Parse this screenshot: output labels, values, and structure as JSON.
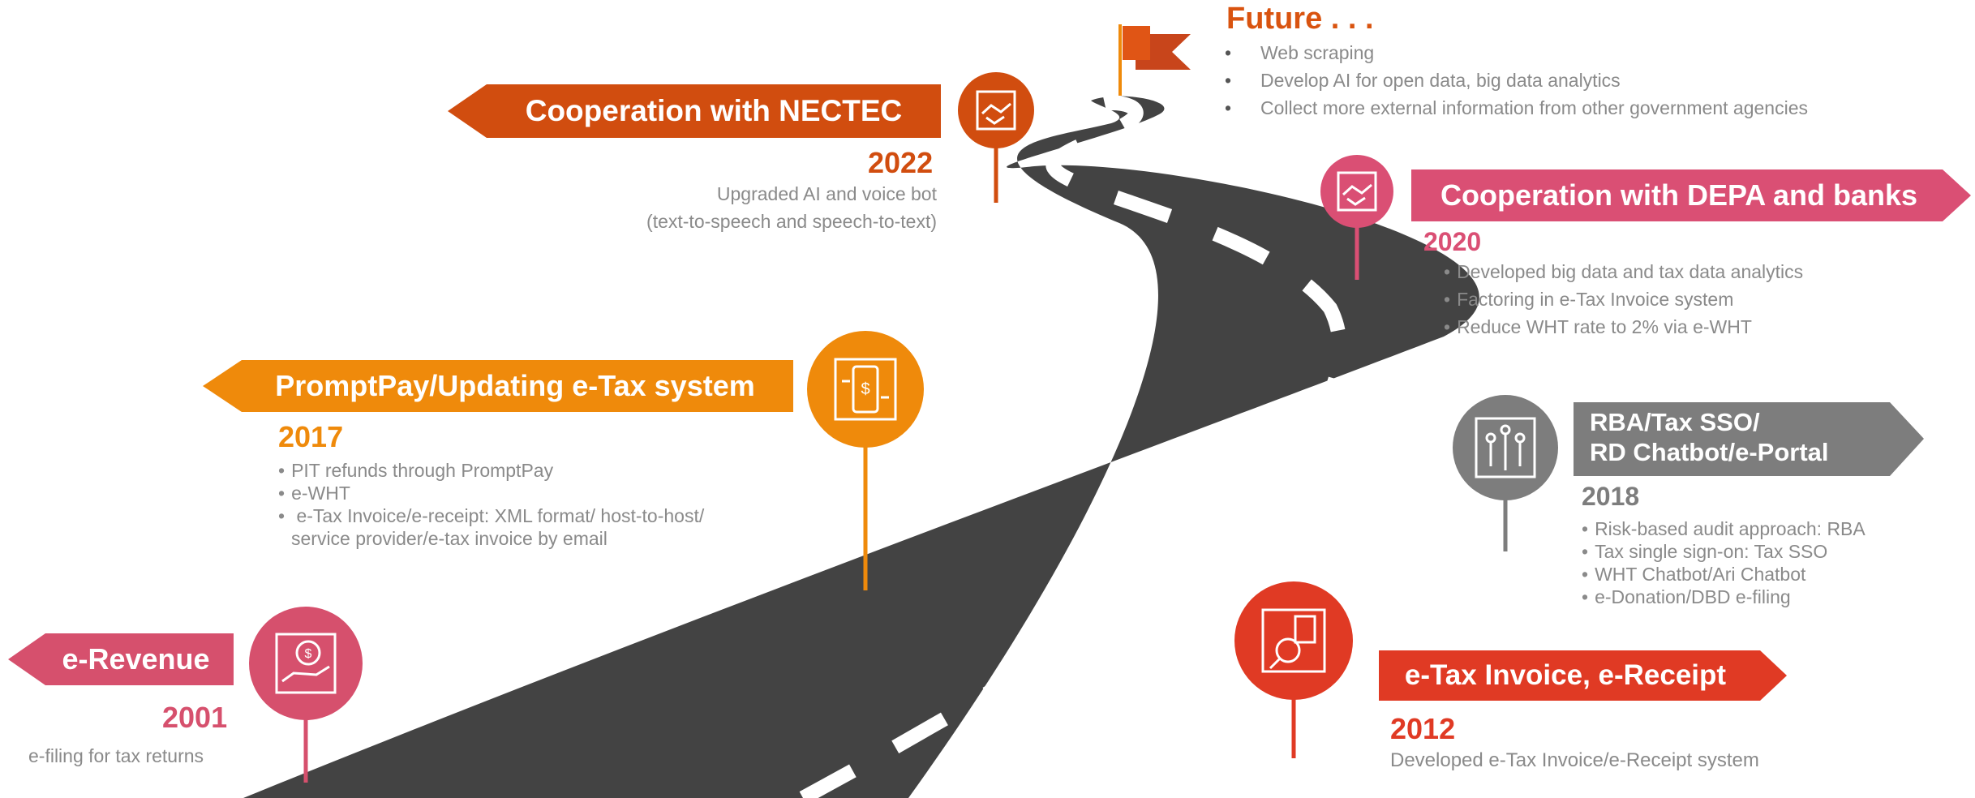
{
  "colors": {
    "road": "#434343",
    "road_line": "#ffffff",
    "nectec": "#d14d0f",
    "prompt": "#ef8a0b",
    "erevenue": "#d6506d",
    "etax": "#e03a24",
    "rba": "#7d7d7d",
    "depa": "#da4f74",
    "future": "#d9530f",
    "text_gray": "#8a8a8a"
  },
  "future": {
    "title": "Future . . .",
    "items": [
      "Web scraping",
      "Develop AI for open data, big data analytics",
      "Collect more external information from other government agencies"
    ]
  },
  "milestones": {
    "nectec": {
      "title": "Cooperation with NECTEC",
      "year": "2022",
      "desc_lines": [
        "Upgraded AI and voice bot",
        "(text-to-speech and speech-to-text)"
      ],
      "icon": "handshake-icon"
    },
    "depa": {
      "title": "Cooperation with DEPA and banks",
      "year": "2020",
      "items": [
        "Developed big data and tax data analytics",
        "Factoring in e-Tax Invoice system",
        "Reduce WHT rate to 2% via e-WHT"
      ],
      "icon": "handshake-icon"
    },
    "prompt": {
      "title": "PromptPay/Updating e-Tax system",
      "year": "2017",
      "items": [
        "PIT refunds through PromptPay",
        "e-WHT",
        "e-Tax Invoice/e-receipt: XML format/ host-to-host/"
      ],
      "item_continuation": "service provider/e-tax invoice by email",
      "icon": "mobile-payment-icon"
    },
    "rba": {
      "title_line1": "RBA/Tax SSO/",
      "title_line2": "RD Chatbot/e-Portal",
      "year": "2018",
      "items": [
        "Risk-based audit approach: RBA",
        "Tax single sign-on: Tax SSO",
        "WHT Chatbot/Ari Chatbot",
        "e-Donation/DBD e-filing"
      ],
      "icon": "circuit-icon"
    },
    "erevenue": {
      "title": "e-Revenue",
      "year": "2001",
      "desc": "e-filing for tax returns",
      "icon": "hand-coin-icon"
    },
    "etax": {
      "title": "e-Tax Invoice, e-Receipt",
      "year": "2012",
      "desc": "Developed e-Tax Invoice/e-Receipt system",
      "icon": "document-search-icon"
    }
  }
}
